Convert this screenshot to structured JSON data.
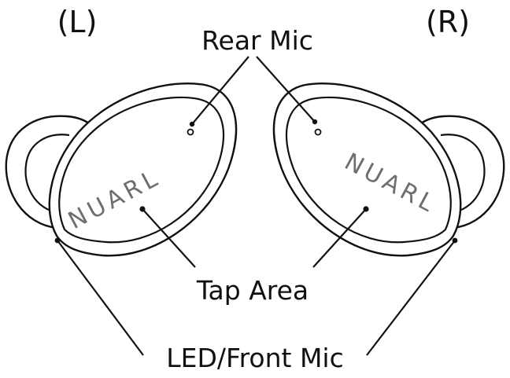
{
  "labels": {
    "left": "(L)",
    "right": "(R)",
    "rear_mic": "Rear Mic",
    "tap_area": "Tap Area",
    "led_front_mic": "LED/Front Mic"
  },
  "brand_left": "NUARL",
  "brand_right": "NUARL",
  "colors": {
    "line": "#111111",
    "brand": "#6e6e6e",
    "background": "#ffffff"
  }
}
